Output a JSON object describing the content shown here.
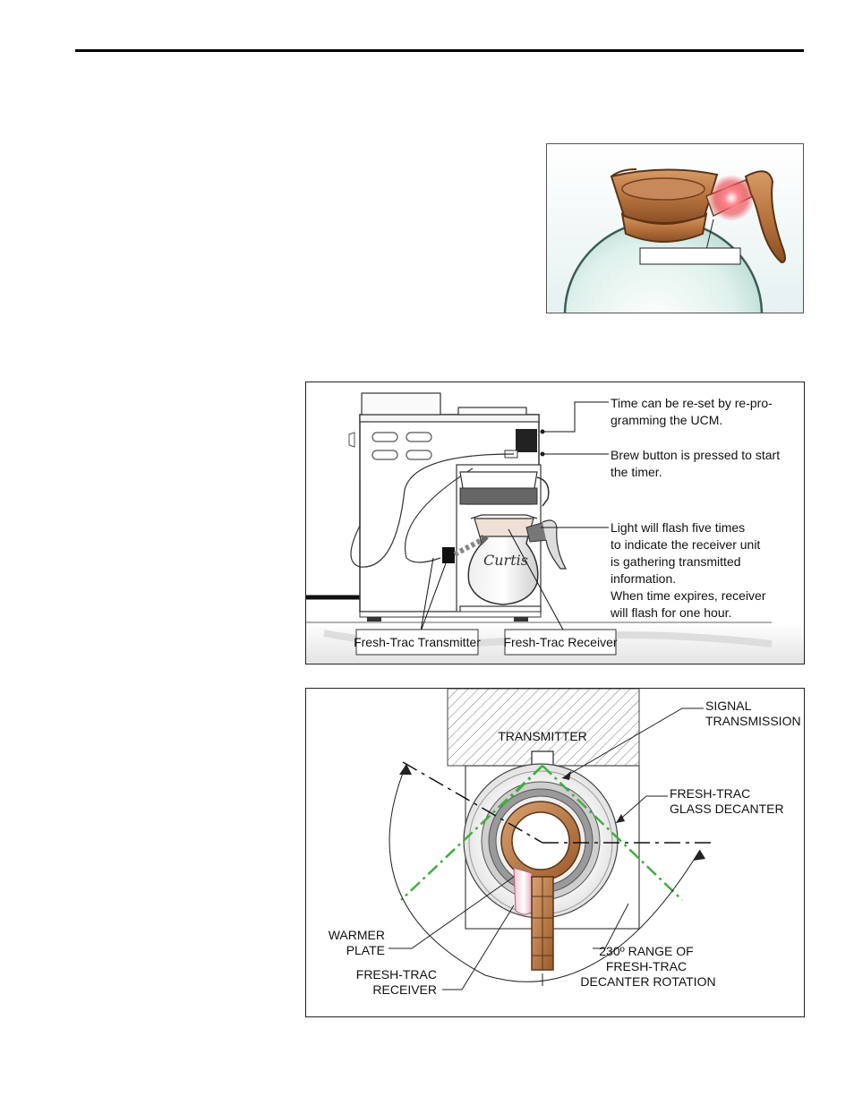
{
  "photo_panel": {
    "callout_text": ""
  },
  "brewer_panel": {
    "logo_text": "Curtis",
    "callouts": [
      {
        "lines": [
          "Time can be re-set by re-pro-",
          "gramming the UCM."
        ]
      },
      {
        "lines": [
          "Brew button is pressed to start",
          "the timer."
        ]
      },
      {
        "lines": [
          "Light will flash five times",
          "to indicate the receiver unit",
          "is gathering transmitted",
          "information.",
          "When time expires, receiver",
          "will flash for one hour."
        ]
      }
    ],
    "transmitter_label": "Fresh-Trac Transmitter",
    "receiver_label": "Fresh-Trac Receiver"
  },
  "top_view_panel": {
    "transmitter_label": "TRANSMITTER",
    "signal_label": [
      "SIGNAL",
      "TRANSMISSION"
    ],
    "decanter_label": [
      "FRESH-TRAC",
      "GLASS DECANTER"
    ],
    "warmer_label": [
      "WARMER",
      "PLATE"
    ],
    "receiver_label": [
      "FRESH-TRAC",
      "RECEIVER"
    ],
    "range_label": [
      "230º RANGE OF",
      "FRESH-TRAC",
      "DECANTER ROTATION"
    ]
  },
  "colors": {
    "copper": "#b8743f",
    "receiver_glow": "#e8404a",
    "signal_green": "#3fae3f",
    "panel_bg_photo": "#f1f7f7"
  }
}
